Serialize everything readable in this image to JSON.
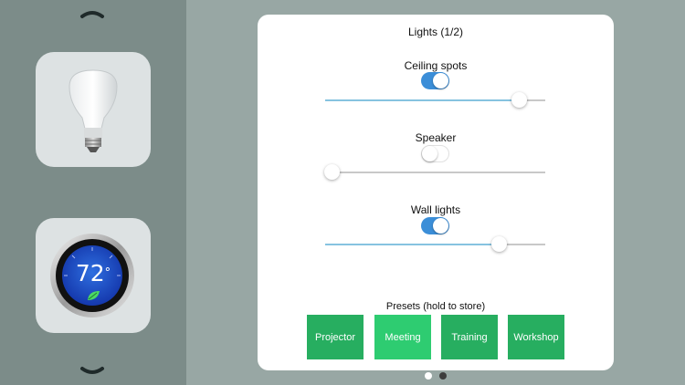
{
  "sidebar": {
    "scroll_up": "chevron-up-icon",
    "scroll_down": "chevron-down-icon",
    "tiles": [
      {
        "name": "lights",
        "icon": "light-bulb-icon"
      },
      {
        "name": "thermostat",
        "icon": "thermostat-icon",
        "temperature": "72",
        "degree_symbol": "°",
        "leaf_icon": "leaf-icon"
      }
    ]
  },
  "panel": {
    "title": "Lights (1/2)",
    "lights": [
      {
        "label": "Ceiling spots",
        "on": true,
        "level": 0.88
      },
      {
        "label": "Speaker",
        "on": false,
        "level": 0.03
      },
      {
        "label": "Wall lights",
        "on": true,
        "level": 0.79
      }
    ],
    "presets_label": "Presets (hold to store)",
    "presets": [
      {
        "label": "Projector",
        "active": false
      },
      {
        "label": "Meeting",
        "active": true
      },
      {
        "label": "Training",
        "active": false
      },
      {
        "label": "Workshop",
        "active": false
      }
    ]
  },
  "pagination": {
    "pages": 2,
    "current": 1
  },
  "colors": {
    "background": "#98a7a4",
    "sidebar": "#7c8c89",
    "toggle_on": "#3b8ed8",
    "slider_fill": "#86c3e0",
    "preset": "#27ae60",
    "preset_active": "#2ecc71"
  }
}
